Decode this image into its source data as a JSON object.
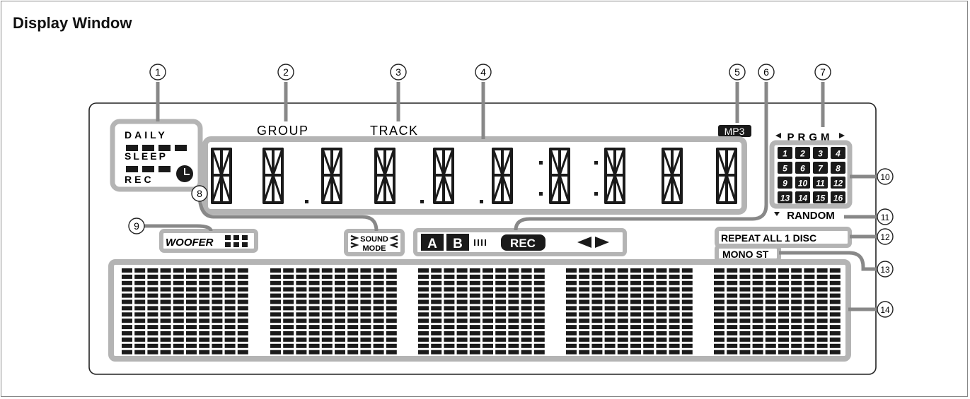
{
  "title": "Display Window",
  "callouts": [
    "1",
    "2",
    "3",
    "4",
    "5",
    "6",
    "7",
    "8",
    "9",
    "10",
    "11",
    "12",
    "13",
    "14"
  ],
  "labels": {
    "daily": "DAILY",
    "sleep": "SLEEP",
    "rec_timer": "REC",
    "group": "GROUP",
    "track": "TRACK",
    "mp3": "MP3",
    "prgm": "PRGM",
    "random": "RANDOM",
    "woofer": "WOOFER",
    "sound_mode_1": "SOUND",
    "sound_mode_2": "MODE",
    "deck_a": "A",
    "deck_b": "B",
    "rec": "REC",
    "repeat": "REPEAT ALL 1 DISC",
    "mono_st": "MONO ST"
  },
  "program_numbers": [
    "1",
    "2",
    "3",
    "4",
    "5",
    "6",
    "7",
    "8",
    "9",
    "10",
    "11",
    "12",
    "13",
    "14",
    "15",
    "16"
  ],
  "colors": {
    "panel": "#b4b4b4",
    "ink": "#1a1a1a",
    "line": "#888888"
  }
}
